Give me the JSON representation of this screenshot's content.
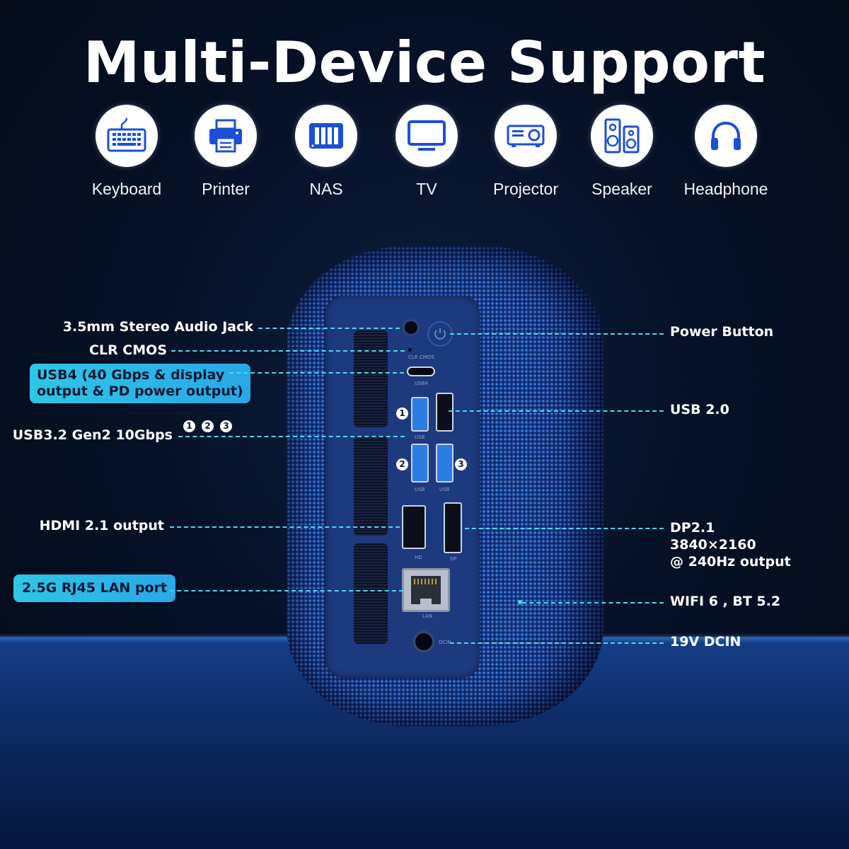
{
  "title": "Multi-Device Support",
  "devices": [
    {
      "label": "Keyboard",
      "icon": "keyboard-icon"
    },
    {
      "label": "Printer",
      "icon": "printer-icon"
    },
    {
      "label": "NAS",
      "icon": "nas-icon"
    },
    {
      "label": "TV",
      "icon": "tv-icon"
    },
    {
      "label": "Projector",
      "icon": "projector-icon"
    },
    {
      "label": "Speaker",
      "icon": "speaker-icon"
    },
    {
      "label": "Headphone",
      "icon": "headphone-icon"
    }
  ],
  "callouts_left": {
    "audio_jack": "3.5mm Stereo Audio Jack",
    "clr_cmos": "CLR CMOS",
    "usb4_line1": "USB4 (40 Gbps & display",
    "usb4_line2": "output & PD power output)",
    "usb32": "USB3.2 Gen2 10Gbps",
    "hdmi": "HDMI 2.1 output",
    "lan": "2.5G RJ45 LAN port"
  },
  "callouts_right": {
    "power": "Power Button",
    "usb20": "USB 2.0",
    "dp_line1": "DP2.1",
    "dp_line2": "3840×2160",
    "dp_line3": "@ 240Hz output",
    "wifi": "WIFI 6 , BT 5.2",
    "dcin": "19V DCIN"
  },
  "port_numbers": [
    "1",
    "2",
    "3"
  ],
  "panel_labels": {
    "clr_cmos": "CLR CMOS",
    "usb4": "USB4",
    "usb": "USB",
    "hdmi": "HD",
    "dp": "DP",
    "lan": "LAN",
    "dcin": "DCIN"
  },
  "colors": {
    "accent": "#4fd6e8",
    "pill": "#2ec6e6",
    "background": "#071229",
    "pc_body": "#1b3a86"
  }
}
